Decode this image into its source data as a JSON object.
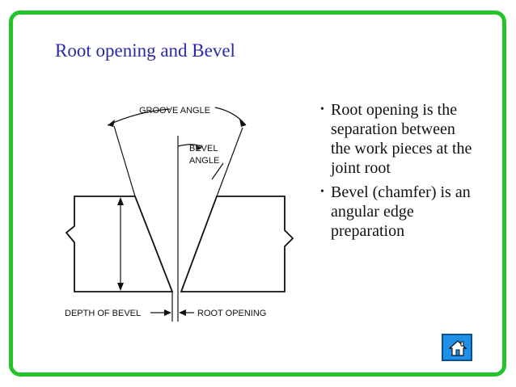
{
  "slide": {
    "title": "Root opening and Bevel"
  },
  "diagram": {
    "labels": {
      "groove_angle": "GROOVE ANGLE",
      "bevel_angle_line1": "BEVEL",
      "bevel_angle_line2": "ANGLE",
      "depth_of_bevel": "DEPTH OF BEVEL",
      "root_opening": "ROOT OPENING"
    }
  },
  "bullets": [
    {
      "text": "Root opening is the separation between the work pieces at the joint root"
    },
    {
      "text": "Bevel (chamfer) is an angular edge preparation"
    }
  ],
  "colors": {
    "frame": "#22c42a",
    "title": "#2a2aa8",
    "home_button": "#1e90e8"
  },
  "icons": {
    "home": "home-icon",
    "bullet": "bullet-dot"
  }
}
